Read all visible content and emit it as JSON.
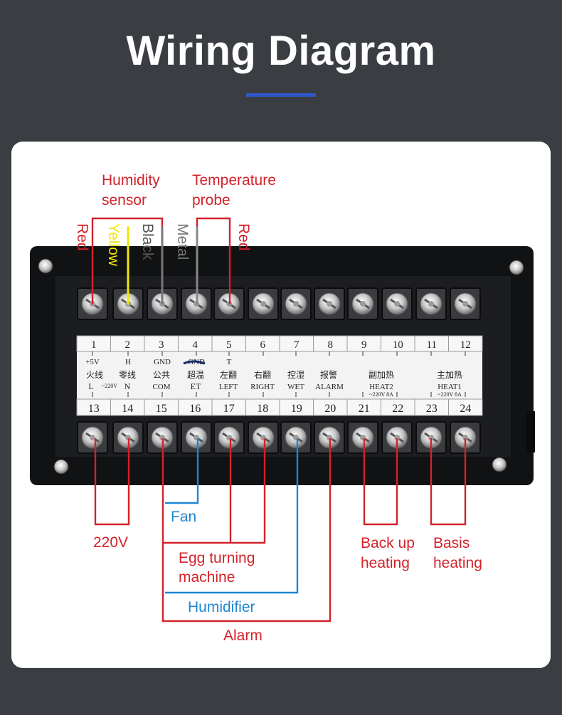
{
  "title": "Wiring Diagram",
  "colors": {
    "background": "#3a3d42",
    "accent_underline": "#2f56c9",
    "wire_red": "#d3222a",
    "wire_blue": "#1f86d1",
    "wire_yellow": "#f2e600",
    "wire_gray": "#777777"
  },
  "top_labels": {
    "humidity_sensor_1": "Humidity",
    "humidity_sensor_2": "sensor",
    "temperature_probe_1": "Temperature",
    "temperature_probe_2": "probe"
  },
  "wire_colors": {
    "red1": "Red",
    "yellow": "Yellow",
    "black": "Black",
    "metal": "Metal",
    "red2": "Red"
  },
  "top_terminals": [
    {
      "num": "1",
      "sub": "+5V"
    },
    {
      "num": "2",
      "sub": "H"
    },
    {
      "num": "3",
      "sub": "GND"
    },
    {
      "num": "4",
      "sub": "GND"
    },
    {
      "num": "5",
      "sub": "T"
    },
    {
      "num": "6",
      "sub": ""
    },
    {
      "num": "7",
      "sub": ""
    },
    {
      "num": "8",
      "sub": ""
    },
    {
      "num": "9",
      "sub": ""
    },
    {
      "num": "10",
      "sub": ""
    },
    {
      "num": "11",
      "sub": ""
    },
    {
      "num": "12",
      "sub": ""
    }
  ],
  "bottom_terminal_labels": {
    "l_cn": "火线",
    "l": "L",
    "v220": "~220V",
    "n_cn": "零线",
    "n": "N",
    "com_cn": "公共",
    "com": "COM",
    "et_cn": "超温",
    "et": "ET",
    "left_cn": "左翻",
    "left": "LEFT",
    "right_cn": "右翻",
    "right": "RIGHT",
    "wet_cn": "控湿",
    "wet": "WET",
    "alarm_cn": "报警",
    "alarm": "ALARM",
    "heat2_cn": "副加热",
    "heat2": "HEAT2",
    "heat2_rating": "~220V 8A",
    "heat1_cn": "主加热",
    "heat1": "HEAT1",
    "heat1_rating": "~220V 8A"
  },
  "bottom_terminals": [
    "13",
    "14",
    "15",
    "16",
    "17",
    "18",
    "19",
    "20",
    "21",
    "22",
    "23",
    "24"
  ],
  "bottom_labels": {
    "fan": "Fan",
    "v220": "220V",
    "egg_turning_1": "Egg turning",
    "egg_turning_2": "machine",
    "humidifier": "Humidifier",
    "alarm": "Alarm",
    "backup_1": "Back up",
    "backup_2": "heating",
    "basis_1": "Basis",
    "basis_2": "heating"
  }
}
